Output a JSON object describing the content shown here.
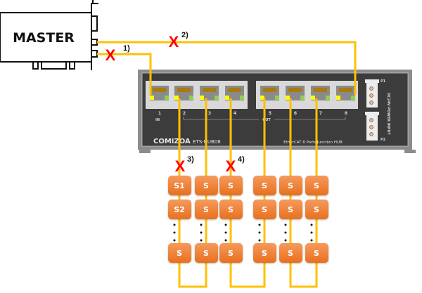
{
  "master": {
    "label": "MASTER"
  },
  "hub": {
    "brand": "COMIZOA",
    "model": "ETS-HUB08",
    "description": "EtherCAT 8 Ports Junction HUB",
    "in_label": "IN",
    "out_label": "OUT",
    "power_label": "DC24V POWER INPUT",
    "power_ports": [
      "P1",
      "P2"
    ],
    "ports": [
      "1",
      "2",
      "3",
      "4",
      "5",
      "6",
      "7",
      "8"
    ]
  },
  "faults": [
    {
      "mark": "X",
      "note": "1)"
    },
    {
      "mark": "X",
      "note": "2)"
    },
    {
      "mark": "X",
      "note": "3)"
    },
    {
      "mark": "X",
      "note": "4)"
    }
  ],
  "slave_columns": [
    {
      "hub_port": "2",
      "slaves": [
        "S1",
        "S2",
        "S"
      ]
    },
    {
      "hub_port": "3",
      "slaves": [
        "S",
        "S",
        "S"
      ]
    },
    {
      "hub_port": "4",
      "slaves": [
        "S",
        "S",
        "S"
      ]
    },
    {
      "hub_port": "5",
      "slaves": [
        "S",
        "S",
        "S"
      ]
    },
    {
      "hub_port": "6",
      "slaves": [
        "S",
        "S",
        "S"
      ]
    },
    {
      "hub_port": "7",
      "slaves": [
        "S",
        "S",
        "S"
      ]
    }
  ],
  "colors": {
    "cable": "#ffc000",
    "fault": "#ff0000",
    "slave": "#ed7d31",
    "hub_body": "#3c3c3c",
    "hub_frame": "#8c8c8c",
    "port_panel": "#d9d9d9",
    "led_yellow": "#ffff00",
    "led_green": "#92d050"
  }
}
